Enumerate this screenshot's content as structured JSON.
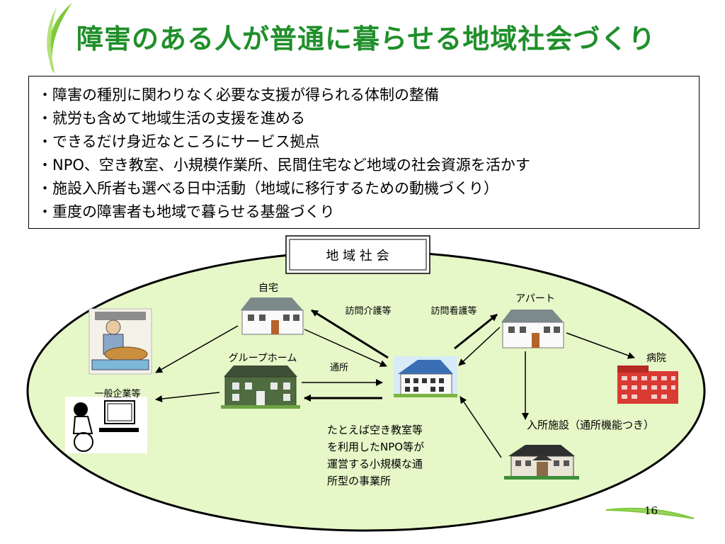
{
  "slide": {
    "title": "障害のある人が普通に暮らせる地域社会づくり",
    "page_number": "16"
  },
  "bullets": [
    "障害の種別に関わりなく必要な支援が得られる体制の整備",
    "就労も含めて地域生活の支援を進める",
    "できるだけ身近なところにサービス拠点",
    "NPO、空き教室、小規模作業所、民間住宅など地域の社会資源を活かす",
    "施設入所者も選べる日中活動（地域に移行するための動機づくり）",
    "重度の障害者も地域で暮らせる基盤づくり"
  ],
  "diagram": {
    "community_label": "地 域 社 会",
    "home": "自宅",
    "apartment": "アパート",
    "group_home": "グループホーム",
    "hospital": "病院",
    "company": "一般企業等",
    "visit_care": "訪問介護等",
    "visit_nursing": "訪問看護等",
    "commute": "通所",
    "residential_facility": "入所施設（通所機能つき）",
    "note_lines": [
      "たとえば空き教室等",
      "を利用したNPO等が",
      "運営する小規模な通",
      "所型の事業所"
    ]
  },
  "colors": {
    "title": "#1f8f2a",
    "ellipse_fill": "#e6f7c8",
    "hospital": "#d93a32"
  }
}
